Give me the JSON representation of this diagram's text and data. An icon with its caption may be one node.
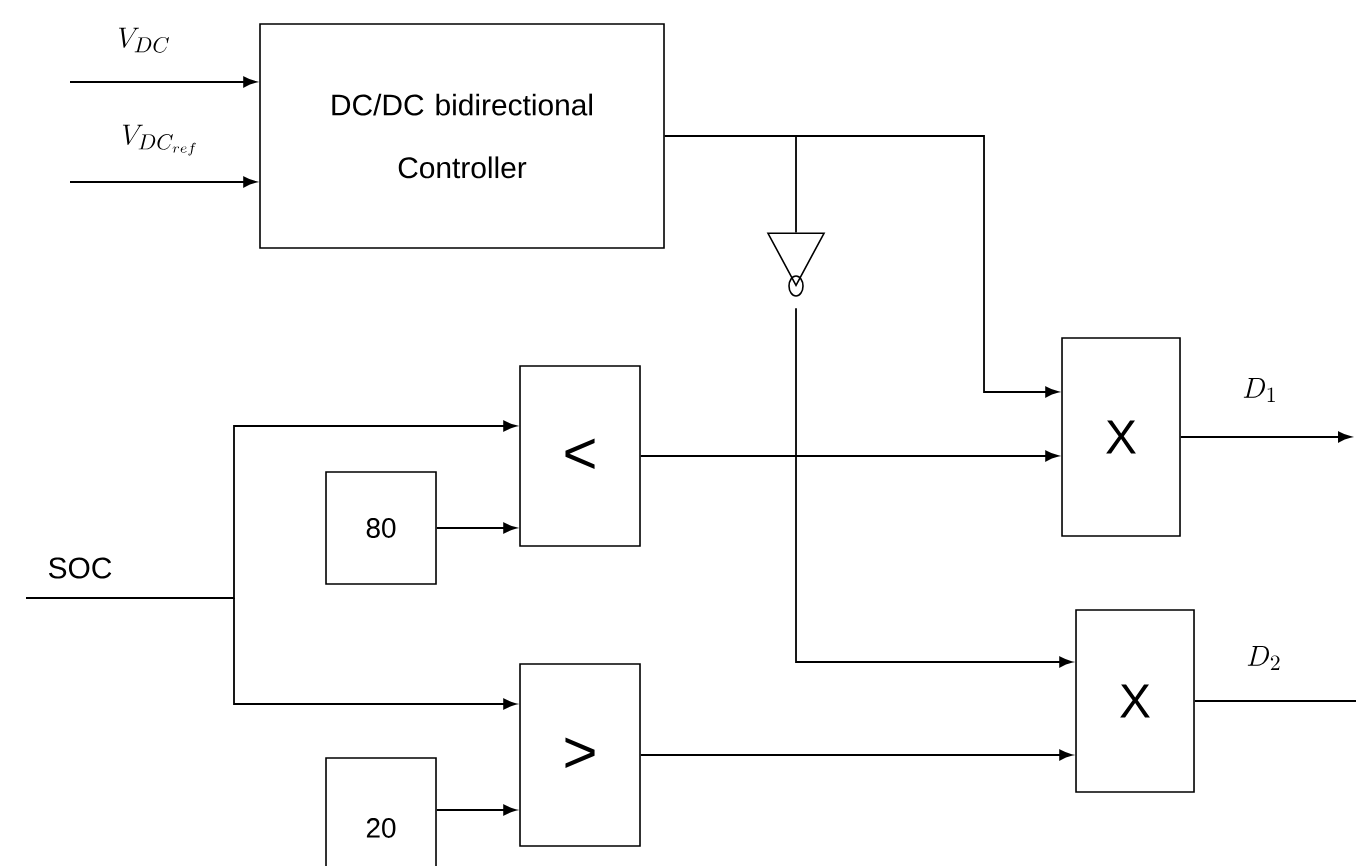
{
  "diagram": {
    "nodes": [
      {
        "text": [
          "DC/DC bidirectional Controller"
        ]
      },
      {
        "text": [],
        "shape": "triangle"
      },
      {
        "text": [
          "<"
        ]
      },
      {
        "text": [
          "80"
        ]
      },
      {
        "text": [
          ">"
        ]
      },
      {
        "text": [
          "20"
        ]
      },
      {
        "text": [
          "X"
        ]
      },
      {
        "text": [
          "X"
        ]
      }
    ],
    "edges": [
      {
        "from": null,
        "to": 0,
        "arrow": "to",
        "label": "V_{DC}"
      },
      {
        "from": null,
        "to": 0,
        "arrow": "to",
        "label": "V_{DC_{ref}}"
      },
      {
        "from": 0,
        "to": 6,
        "arrow": "to"
      },
      {
        "from": 0,
        "to": 1,
        "arrow": "none"
      },
      {
        "from": 1,
        "to": 7,
        "arrow": "to"
      },
      {
        "from": null,
        "to": 2,
        "arrow": "to",
        "label": "SOC"
      },
      {
        "from": null,
        "to": 4,
        "arrow": "to"
      },
      {
        "from": 3,
        "to": 2,
        "arrow": "to"
      },
      {
        "from": 2,
        "to": 6,
        "arrow": "to"
      },
      {
        "from": 5,
        "to": 4,
        "arrow": "to"
      },
      {
        "from": 4,
        "to": 7,
        "arrow": "to"
      },
      {
        "from": 6,
        "to": null,
        "arrow": "to",
        "label": "D_1"
      },
      {
        "from": 7,
        "to": null,
        "arrow": "none",
        "label": "D_2"
      }
    ]
  }
}
